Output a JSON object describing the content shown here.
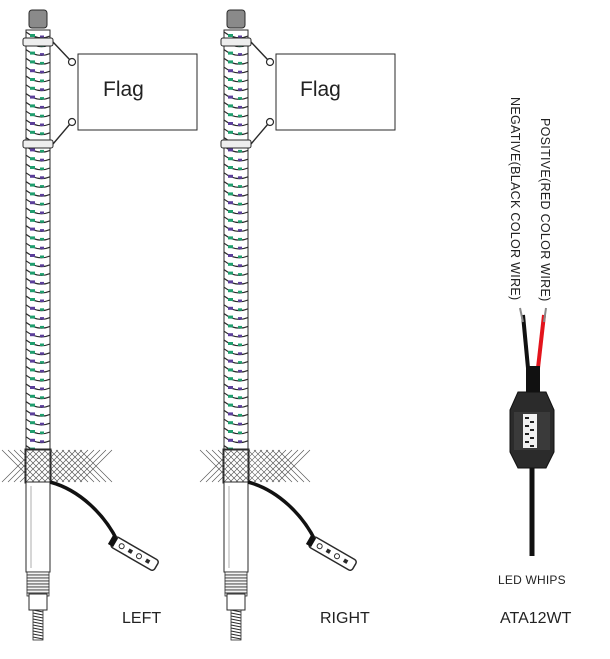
{
  "whips": [
    {
      "flag_label": "Flag",
      "caption": "LEFT"
    },
    {
      "flag_label": "Flag",
      "caption": "RIGHT"
    }
  ],
  "controller": {
    "positive_label": "POSITIVE(RED COLOR WIRE)",
    "negative_label": "NEGATIVE(BLACK COLOR WIRE)",
    "led_whips_label": "LED WHIPS",
    "model": "ATA12WT"
  },
  "colors": {
    "outline": "#2a2a2a",
    "led_green": "#1f9e6e",
    "led_purple": "#5b3f9a",
    "red_wire": "#e3141c",
    "black_wire": "#111111"
  }
}
